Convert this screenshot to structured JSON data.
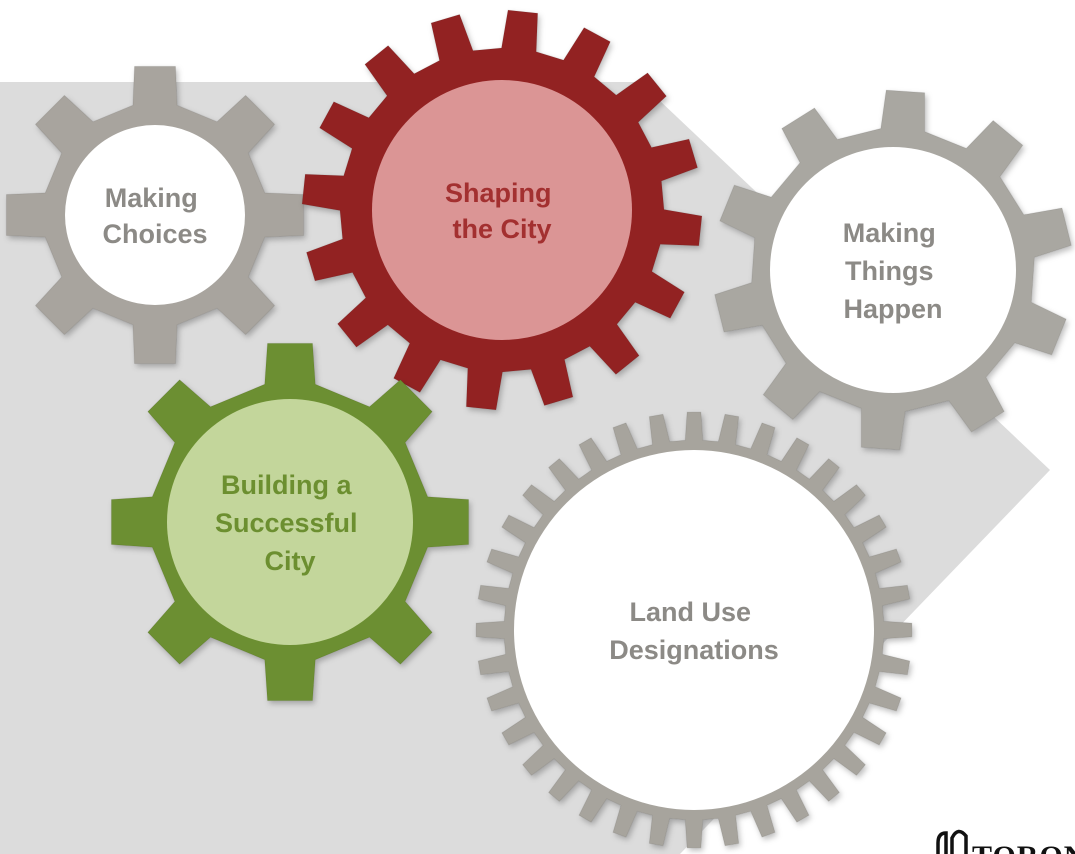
{
  "gears": [
    {
      "id": "making-choices",
      "label_lines": [
        "Making",
        "Choices"
      ],
      "outer_color": "#A8A49E",
      "inner_color": "#FFFFFF",
      "text_color": "#8C8A86",
      "teeth": 8
    },
    {
      "id": "shaping-the-city",
      "label_lines": [
        "Shaping",
        "the City"
      ],
      "outer_color": "#922323",
      "inner_color": "#DB9595",
      "text_color": "#A33030",
      "teeth": 16
    },
    {
      "id": "making-things-happen",
      "label_lines": [
        "Making",
        "Things",
        "Happen"
      ],
      "outer_color": "#A9A7A1",
      "inner_color": "#FFFFFF",
      "text_color": "#8C8A86",
      "teeth": 10
    },
    {
      "id": "building-a-successful-city",
      "label_lines": [
        "Building a",
        "Successful",
        "City"
      ],
      "outer_color": "#6C8F30",
      "inner_color": "#C3D69B",
      "text_color": "#6C8F30",
      "teeth": 8
    },
    {
      "id": "land-use-designations",
      "label_lines": [
        "Land Use",
        "Designations"
      ],
      "outer_color": "#A7A49D",
      "inner_color": "#FFFFFF",
      "text_color": "#8C8A86",
      "teeth": 36
    }
  ],
  "logo": {
    "text": "TORONTO",
    "color": "#111111"
  },
  "background_band_color": "#DCDCDC"
}
